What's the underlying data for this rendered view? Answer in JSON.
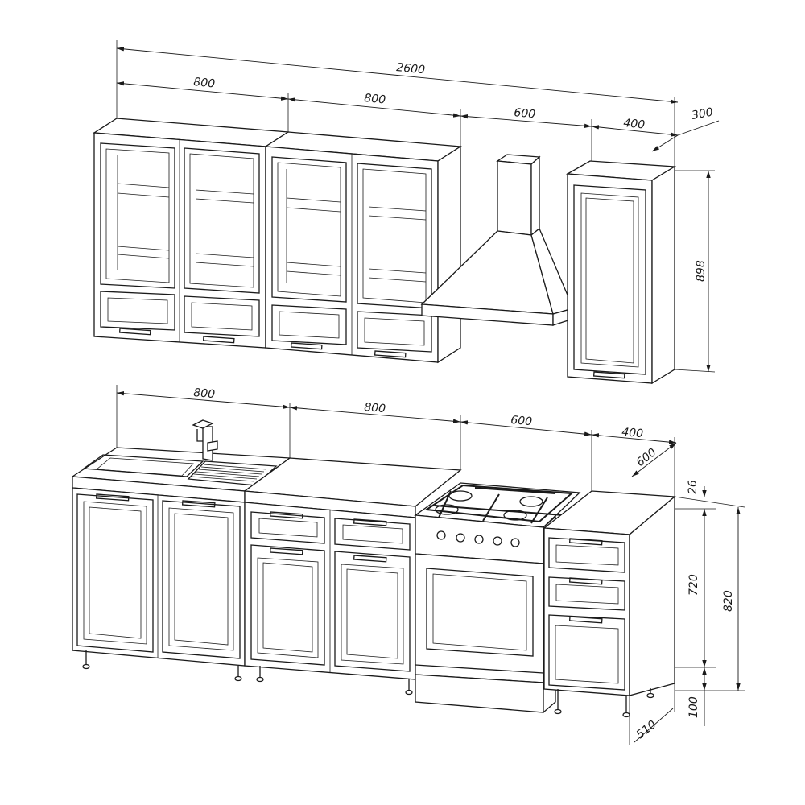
{
  "dimensions": {
    "top_total": "2600",
    "top_seg_1": "800",
    "top_seg_2": "800",
    "top_seg_3": "600",
    "top_seg_4": "400",
    "top_depth": "300",
    "top_height": "898",
    "base_seg_1": "800",
    "base_seg_2": "800",
    "base_seg_3": "600",
    "base_seg_4": "400",
    "base_depth_top": "600",
    "countertop_thickness": "26",
    "cabinet_height": "720",
    "total_height": "820",
    "leg_height": "100",
    "base_depth": "510"
  }
}
